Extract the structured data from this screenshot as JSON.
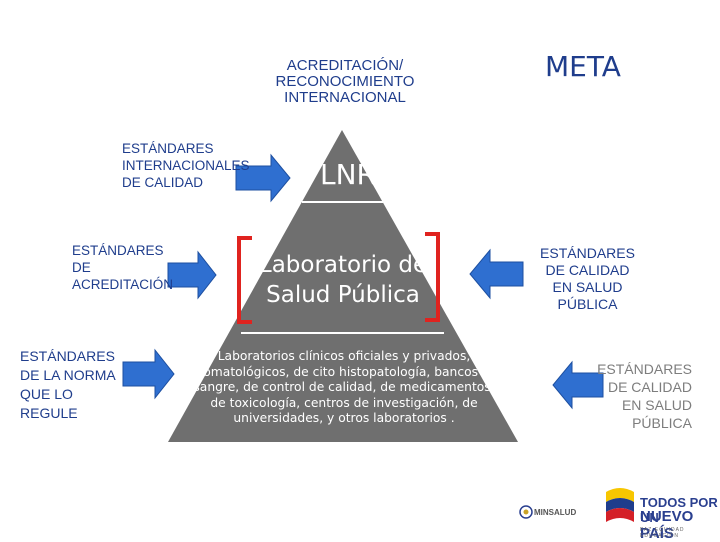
{
  "header": {
    "title": "ACREDITACIÓN/ RECONOCIMIENTO INTERNACIONAL",
    "meta": "META"
  },
  "left_labels": {
    "international": "ESTÁNDARES INTERNACIONALES DE CALIDAD",
    "accreditation": "ESTÁNDARES DE ACREDITACIÓN",
    "norma": "ESTÁNDARES DE LA NORMA QUE LO REGULE"
  },
  "pyramid": {
    "top": "LNR",
    "middle": "Laboratorio de Salud Pública",
    "bottom": "Laboratorios clínicos oficiales y privados, bromatológicos, de cito histopatología, bancos de sangre, de control de calidad, de medicamentos, de toxicología, centros de investigación, de universidades, y otros laboratorios ."
  },
  "right_labels": {
    "public_health_quality": "ESTÁNDARES DE CALIDAD EN SALUD PÚBLICA",
    "public_health_quality_gray": "ESTÁNDARES DE CALIDAD EN SALUD PÚBLICA"
  },
  "logos": {
    "minsalud": "MINSALUD",
    "todos_line1": "TODOS POR UN",
    "todos_line2": "NUEVO PAÍS",
    "todos_line3": "PAZ EQUIDAD EDUCACIÓN"
  },
  "colors": {
    "pyramid": "#6f6f6f",
    "arrow": "#2f6fd0",
    "arrow_border": "#1d4fa0",
    "bracket": "#e0231f",
    "label_blue": "#1f3d8c",
    "label_gray": "#7d7d7d"
  }
}
